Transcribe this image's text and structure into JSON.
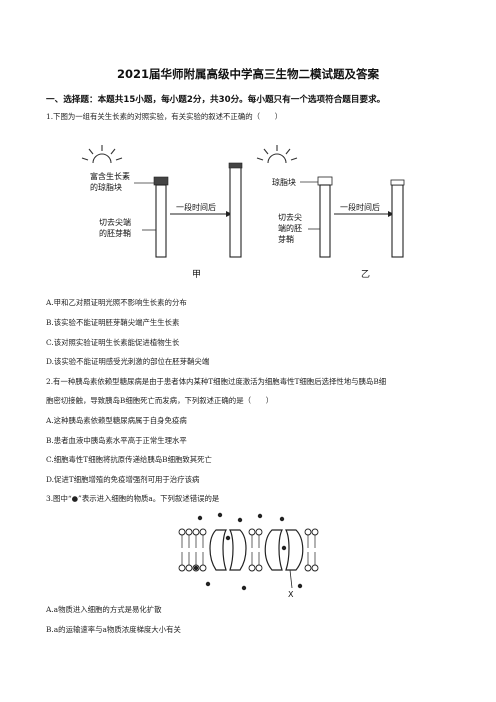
{
  "doc": {
    "title": "2021届华师附属高级中学高三生物二模试题及答案",
    "section": "一、选择题：本题共15小题，每小题2分，共30分。每小题只有一个选项符合题目要求。"
  },
  "q1": {
    "stem": "1.下图为一组有关生长素的对照实验，有关实验的叙述不正确的（　　）",
    "figure": {
      "left_label_1": "富含生长素",
      "left_label_2": "的琼脂块",
      "cut_label_1": "切去尖端",
      "cut_label_2": "的胚芽鞘",
      "arrow_label": "一段时间后",
      "right_label": "琼脂块",
      "right_cut_1": "切去尖",
      "right_cut_2": "端的胚",
      "right_cut_3": "芽鞘",
      "caption_left": "甲",
      "caption_right": "乙"
    },
    "options": [
      "A.甲和乙对照证明光照不影响生长素的分布",
      "B.该实验不能证明胚芽鞘尖端产生生长素",
      "C.该对照实验证明生长素能促进植物生长",
      "D.该实验不能证明感受光刺激的部位在胚芽鞘尖端"
    ]
  },
  "q2": {
    "stem_1": "2.有一种胰岛素依赖型糖尿病是由于患者体内某种T细胞过度激活为细胞毒性T细胞后选择性地与胰岛B细",
    "stem_2": "胞密切接触，导致胰岛B细胞死亡而发病，下列叙述正确的是（　　）",
    "options": [
      "A.这种胰岛素依赖型糖尿病属于自身免疫病",
      "B.患者血液中胰岛素水平高于正常生理水平",
      "C.细胞毒性T细胞将抗原传递给胰岛B细胞致其死亡",
      "D.促进T细胞增殖的免疫增强剂可用于治疗该病"
    ]
  },
  "q3": {
    "stem": "3.图中“●”表示进入细胞的物质a。下列叙述错误的是",
    "figure_label": "X",
    "options": [
      "A.a物质进入细胞的方式是易化扩散",
      "B.a的运输速率与a物质浓度梯度大小有关"
    ]
  }
}
